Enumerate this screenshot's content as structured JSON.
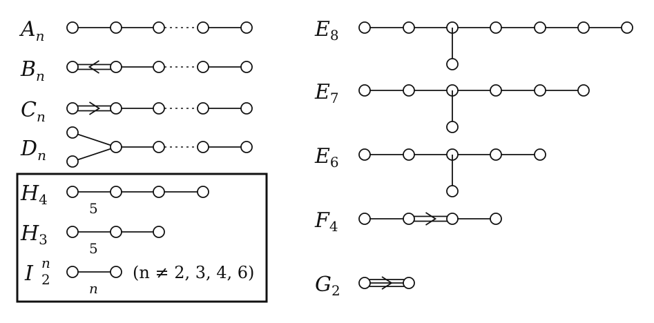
{
  "diagrams": {
    "A": {
      "letter": "A",
      "sub": "n",
      "bond": "single",
      "chain_break": true
    },
    "B": {
      "letter": "B",
      "sub": "n",
      "bond": "double-left-arrow",
      "chain_break": true
    },
    "C": {
      "letter": "C",
      "sub": "n",
      "bond": "double-right-arrow",
      "chain_break": true
    },
    "D": {
      "letter": "D",
      "sub": "n",
      "bond": "fork",
      "chain_break": true
    },
    "H4": {
      "letter": "H",
      "sub": "4",
      "edge_label": "5"
    },
    "H3": {
      "letter": "H",
      "sub": "3",
      "edge_label": "5"
    },
    "I2": {
      "letter": "I",
      "sub": "2",
      "sup": "n",
      "edge_label": "n",
      "condition": "(n ≠ 2, 3, 4, 6)"
    },
    "E8": {
      "letter": "E",
      "sub": "8",
      "nodes": 8
    },
    "E7": {
      "letter": "E",
      "sub": "7",
      "nodes": 7
    },
    "E6": {
      "letter": "E",
      "sub": "6",
      "nodes": 6
    },
    "F4": {
      "letter": "F",
      "sub": "4",
      "bond": "double-right-arrow"
    },
    "G2": {
      "letter": "G",
      "sub": "2",
      "bond": "triple-right-arrow"
    }
  },
  "colors": {
    "ink": "#111111",
    "background": "#ffffff"
  }
}
